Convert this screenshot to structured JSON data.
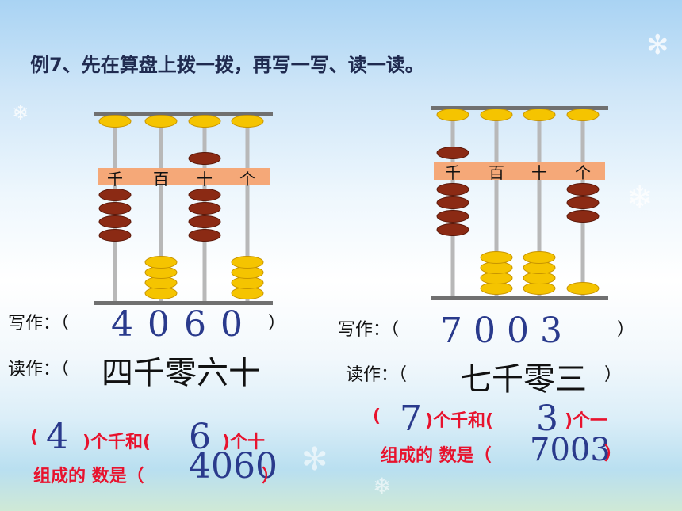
{
  "title": "例7、先在算盘上拨一拨，再写一写、读一读。",
  "colors": {
    "bead_upper_lower": "#f5c400",
    "bead_dark": "#8b2a14",
    "rod": "#b8b8b8",
    "beam": "#f5a878",
    "frame": "#707070",
    "red_text": "#e8122d",
    "blue_text": "#2a3a8c"
  },
  "abacus_left": {
    "place_labels": [
      "千",
      "百",
      "十",
      "个"
    ],
    "digits": [
      4,
      0,
      6,
      0
    ]
  },
  "abacus_right": {
    "place_labels": [
      "千",
      "百",
      "十",
      "个"
    ],
    "digits": [
      7,
      0,
      0,
      3
    ]
  },
  "left": {
    "write_label": "写作：（",
    "write_close": "）",
    "write_answer": "4 0  6  0",
    "read_label": "读作：（",
    "read_answer": "四千零六十",
    "q_open": "(",
    "q_thousands": "4",
    "q_mid": ")个千和(",
    "q_tens": "6",
    "q_end": ")个十",
    "q_line2": "组成的 数是（",
    "q_line2_close": "）",
    "q_number": "4060"
  },
  "right": {
    "write_label": "写作：（",
    "write_close": "）",
    "write_answer": "7  0  0  3",
    "read_label": "读作：（",
    "read_close": "）",
    "read_answer": "七千零三",
    "q_open": "(",
    "q_thousands": "7",
    "q_mid": ")个千和(",
    "q_ones": "3",
    "q_end": ")个一",
    "q_line2": "组成的 数是（",
    "q_line2_close": "）",
    "q_number": "7003"
  }
}
